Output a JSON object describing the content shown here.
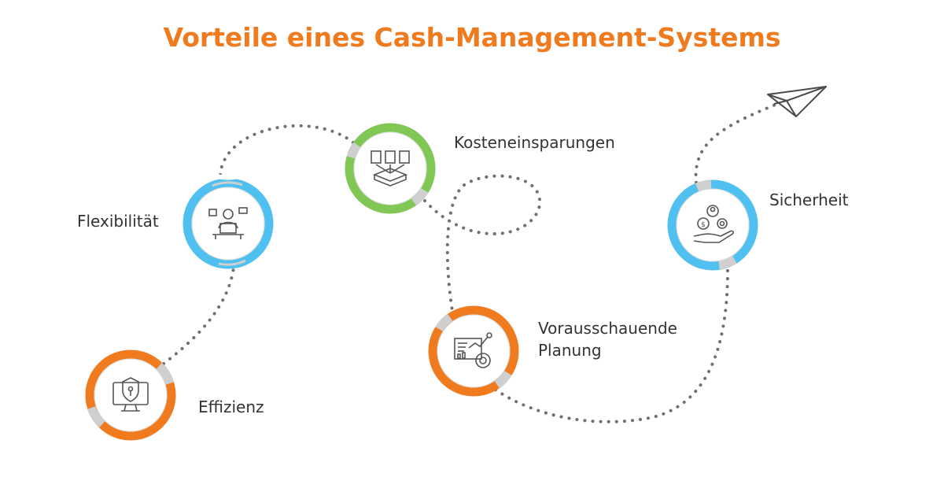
{
  "title": "Vorteile eines Cash-Management-Systems",
  "colors": {
    "title": "#F07B1F",
    "orange": "#F07B1F",
    "blue": "#4FC0F0",
    "green": "#80C756",
    "gap": "#CFCFCF",
    "dots": "#707070",
    "icon": "#555555"
  },
  "nodes": [
    {
      "id": "flexibilitaet",
      "label": "Flexibilität",
      "color": "blue",
      "icon": "person-laptop-icon"
    },
    {
      "id": "kosteneinsparungen",
      "label": "Kosteneinsparungen",
      "color": "green",
      "icon": "documents-tray-icon"
    },
    {
      "id": "effizienz",
      "label": "Effizienz",
      "color": "orange",
      "icon": "monitor-shield-icon"
    },
    {
      "id": "planung",
      "label_line1": "Vorausschauende",
      "label_line2": "Planung",
      "color": "orange",
      "icon": "analytics-chart-icon"
    },
    {
      "id": "sicherheit",
      "label": "Sicherheit",
      "color": "blue",
      "icon": "hand-money-gear-icon"
    }
  ],
  "end_icon": "paper-plane-icon"
}
